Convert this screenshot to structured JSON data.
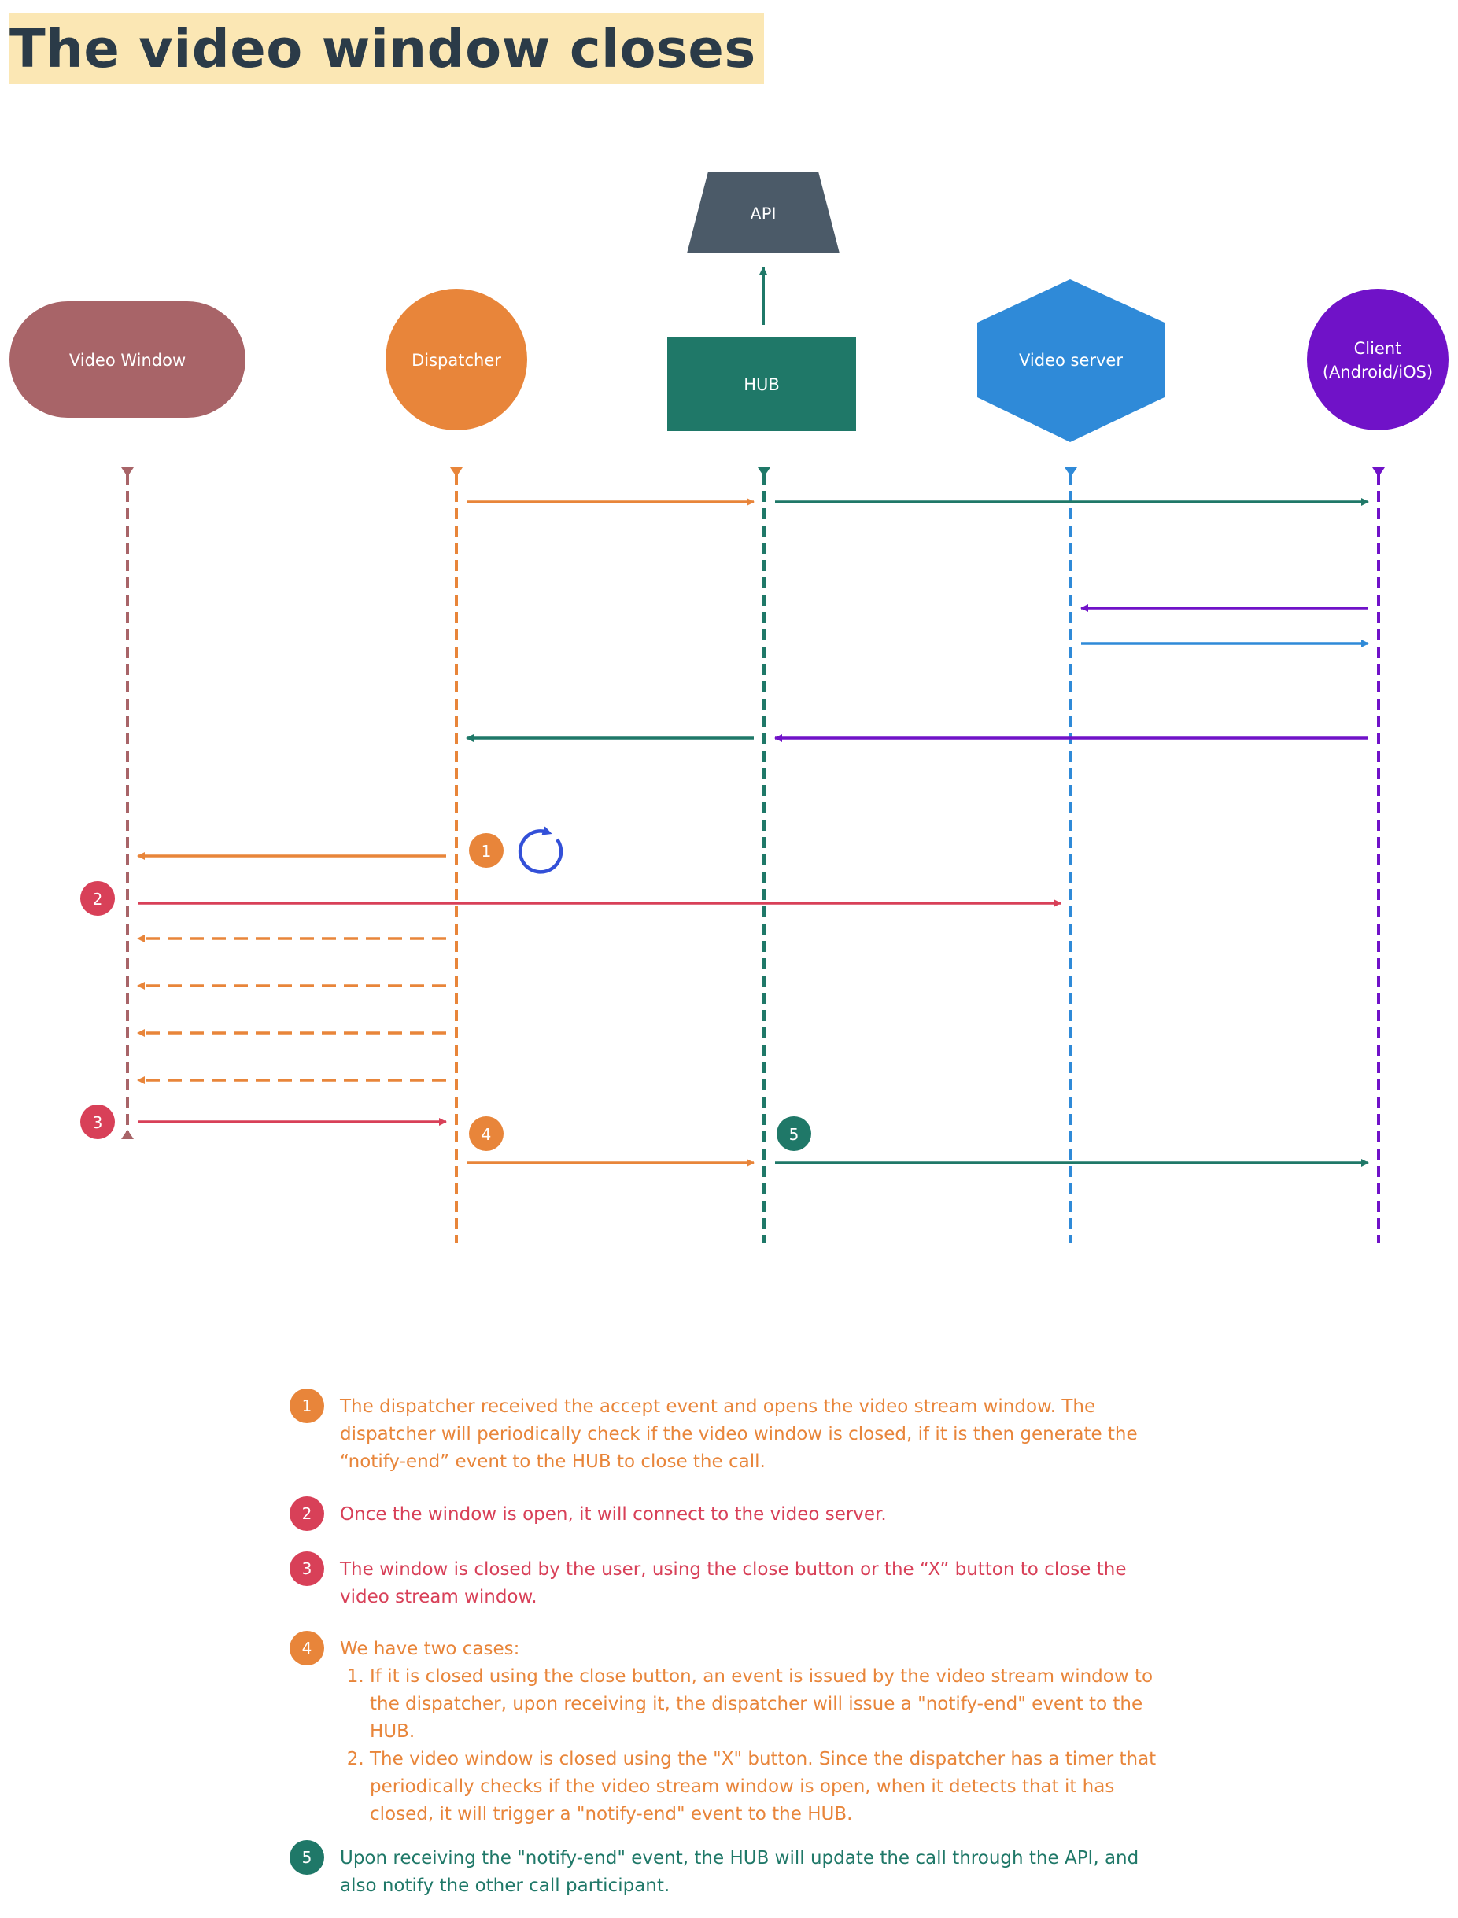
{
  "title": "The video window closes",
  "actors": {
    "video_window": "Video Window",
    "dispatcher": "Dispatcher",
    "hub": "HUB",
    "api": "API",
    "video_server": "Video server",
    "client_line1": "Client",
    "client_line2": "(Android/iOS)"
  },
  "markers": {
    "m1": "1",
    "m2": "2",
    "m3": "3",
    "m4": "4",
    "m5": "5"
  },
  "colors": {
    "video_window": "#a86468",
    "dispatcher": "#e8853a",
    "hub": "#1f7868",
    "api": "#4b5a68",
    "video_server": "#2f8ad8",
    "client": "#7012c8",
    "red_arrow": "#d84058",
    "refresh_icon": "#3350d8",
    "title_bg": "#fbe7b4"
  },
  "icons": {
    "refresh": "refresh-icon"
  },
  "notes": {
    "n1": {
      "num": "1",
      "text": "The dispatcher received the accept event and opens the video stream window. The dispatcher will periodically check if the video window is closed, if it is then generate the “notify-end” event to the HUB to close the call."
    },
    "n2": {
      "num": "2",
      "text": "Once the window is open, it will connect to the video server."
    },
    "n3": {
      "num": "3",
      "text": "The window is closed by the user, using the close button or the “X” button to close the video stream window."
    },
    "n4": {
      "num": "4",
      "intro": "We have two cases:",
      "items": [
        "If it is closed using the close button, an event is issued by the video stream window to the dispatcher, upon receiving it, the dispatcher will issue a \"notify-end\" event to the HUB.",
        "The video window is closed using the \"X\" button. Since the dispatcher has a timer that periodically checks if the video stream window is open, when it detects that it has closed, it will trigger a \"notify-end\" event to the HUB."
      ]
    },
    "n5": {
      "num": "5",
      "text": "Upon receiving the \"notify-end\" event, the HUB will update the call through the API, and also notify the other call participant."
    }
  }
}
